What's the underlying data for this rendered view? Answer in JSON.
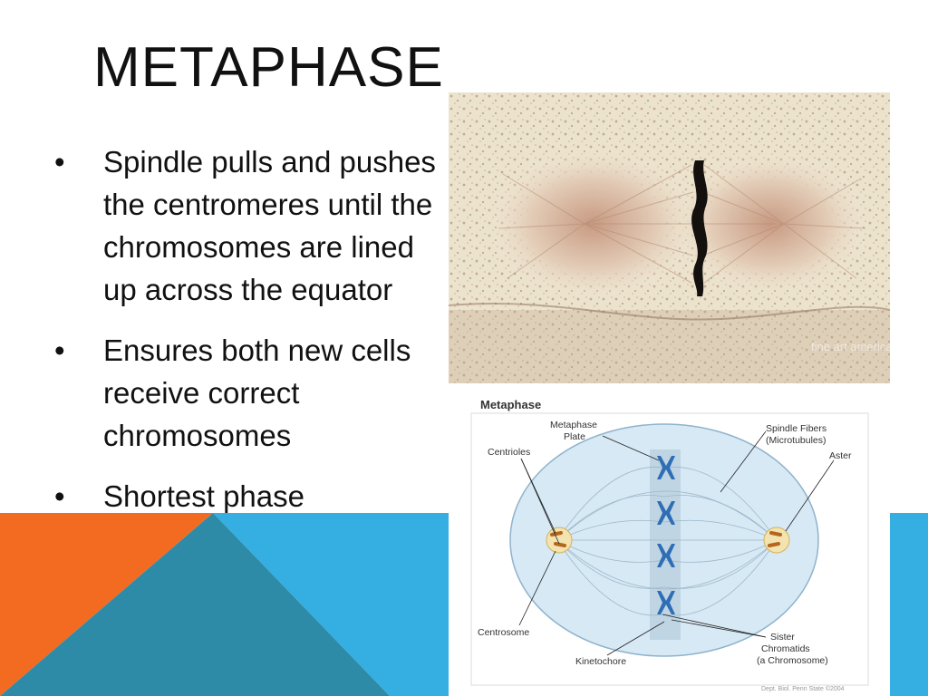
{
  "slide": {
    "title": "METAPHASE",
    "bullet_symbol": "•",
    "bullets": [
      "Spindle pulls and pushes the centromeres until the chromosomes are lined up across the equator",
      "Ensures both new cells receive correct chromosomes",
      "Shortest phase"
    ]
  },
  "colors": {
    "orange": "#f26b21",
    "blue": "#35aee2",
    "teal_overlap": "#2e8ba8"
  },
  "micrograph": {
    "watermark": "fine art america"
  },
  "diagram": {
    "title": "Metaphase",
    "labels": {
      "metaphase_plate_1": "Metaphase",
      "metaphase_plate_2": "Plate",
      "centrioles": "Centrioles",
      "spindle_fibers_1": "Spindle Fibers",
      "spindle_fibers_2": "(Microtubules)",
      "aster": "Aster",
      "centrosome": "Centrosome",
      "kinetochore": "Kinetochore",
      "sister_chromatids_1": "Sister",
      "sister_chromatids_2": "Chromatids",
      "sister_chromatids_3": "(a Chromosome)"
    },
    "credit": "Dept. Biol. Penn State ©2004"
  }
}
